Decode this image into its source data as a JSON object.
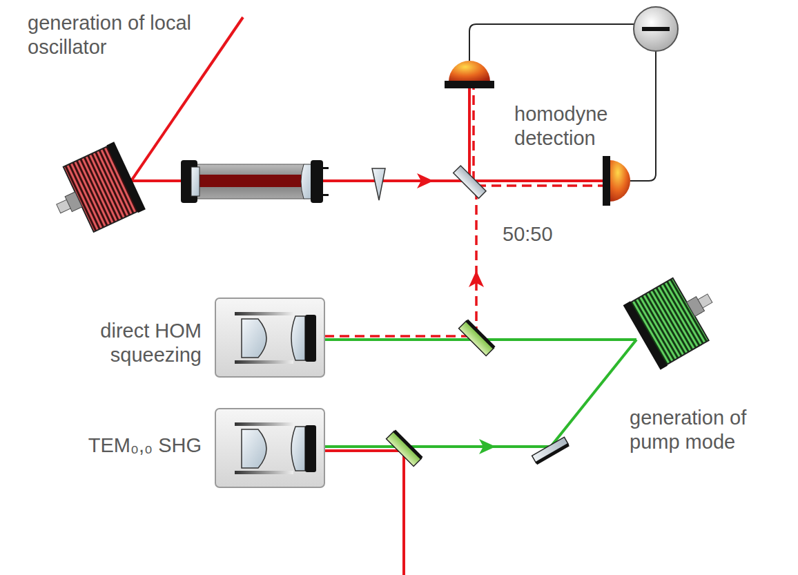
{
  "diagram": {
    "labels": [
      "generation of local oscillator",
      "homodyne detection",
      "50:50",
      "direct HOM squeezing",
      "TEM₀,₀ SHG",
      "generation of pump mode"
    ]
  }
}
